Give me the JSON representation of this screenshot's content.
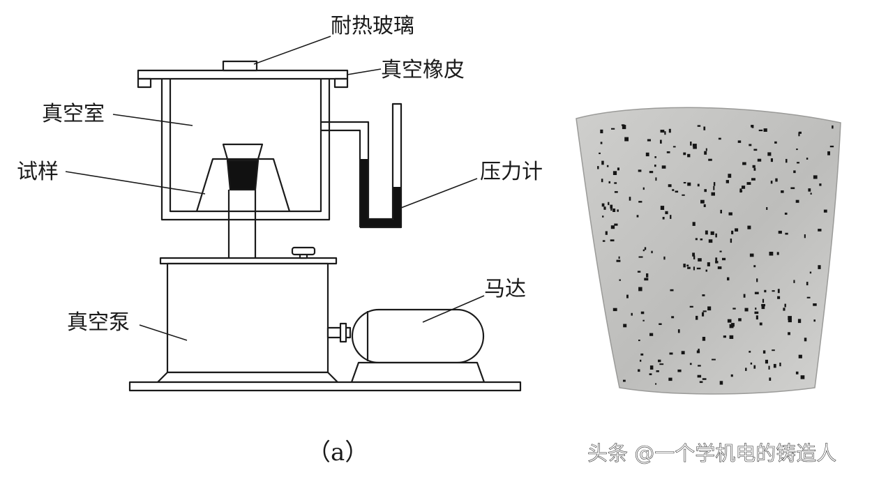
{
  "diagram": {
    "labels": {
      "glass": "耐热玻璃",
      "rubber": "真空橡皮",
      "chamber": "真空室",
      "sample": "试样",
      "gauge": "压力计",
      "pump": "真空泵",
      "motor": "马达"
    },
    "caption": "（a）"
  },
  "watermark": "头条 @一个学机电的铸造人",
  "colors": {
    "line": "#1a1a1a",
    "fluid": "#111111",
    "sample_bg": "#c9c9c7",
    "pores": "#151515"
  }
}
